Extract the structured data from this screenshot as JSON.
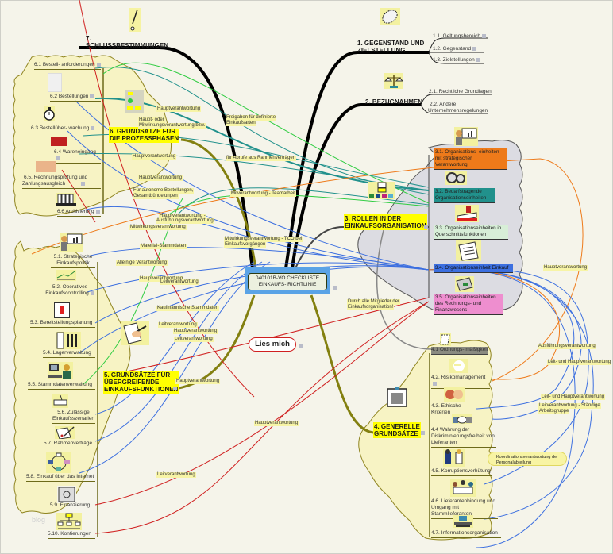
{
  "central": {
    "line1": "040101B-VO CHECKLISTE",
    "line2": "EINKAUFS- RICHTLINIE"
  },
  "readme": {
    "label": "Lies mich"
  },
  "watermark": "blog",
  "colors": {
    "background": "#f5f4ea",
    "highlight": "#ffff00",
    "cloud_yellow": "#f7f3c4",
    "cloud_gray": "#dcdce2",
    "role_orange": "#ee7a1a",
    "role_teal": "#21918c",
    "role_green": "#d7eed7",
    "role_blue": "#3c6fe0",
    "role_pink": "#ee8ecf"
  },
  "topic1": {
    "number": "1.",
    "title_line1": "1.  GEGENSTAND UND",
    "title_line2": "ZIELSTELLUNG",
    "icon": "egg-icon",
    "items": [
      "1.1.  Geltungsbereich",
      "1.2.  Gegenstand",
      "1.3.  Zielstellungen"
    ]
  },
  "topic2": {
    "title": "2.  BEZUGNAHMEN",
    "icon": "scales-icon",
    "items": [
      "2.1.  Rechtliche Grundlagen",
      "2.2.  Andere",
      "Unternehmensregelungen"
    ]
  },
  "topic3": {
    "title_line1": "3. ROLLEN IN DER",
    "title_line2": "EINKAUFSORGANISATION",
    "icon": "org-chart-icon",
    "roles": [
      {
        "l1": "3.1.  Organisations- einheiten",
        "l2": "mit strategischer",
        "l3": "Verantwortung"
      },
      {
        "l1": "3.2.  Bedarfstragende",
        "l2": "Organisationseinheiten",
        "l3": ""
      },
      {
        "l1": "3.3.  Organisationseinheiten in",
        "l2": "Querschnittsfunktionen",
        "l3": ""
      },
      {
        "l1": "3.4.  Organisationseinheit Einkauf",
        "l2": "",
        "l3": ""
      },
      {
        "l1": "3.5.  Organisationseinheiten",
        "l2": "des Rechnungs- und",
        "l3": "Finanzwesens"
      }
    ]
  },
  "topic4": {
    "title_line1": "4. GENERELLE",
    "title_line2": "GRUNDSÄTZE",
    "icon": "clipboard-icon",
    "items": [
      "4.1 Ordnungs- mäßigkeit",
      "4.2.  Risikomanagement",
      "4.3.  Ethische Kriterien",
      "4.4   Wahrung der",
      "Diskriminierungsfreiheit von",
      "Lieferanten",
      "4.5.  Korruptionsverhütung",
      "4.6.  Lieferantenbindung und",
      "Umgang mit Stammlieferanten",
      "4.7.  Informationsorganisation"
    ]
  },
  "topic5": {
    "title_line1": "5. GRUNDSÄTZE FÜR",
    "title_line2": "ÜBERGREIFENDE",
    "title_line3": "EINKAUFSFUNKTIONEN",
    "items": [
      "5.1.  Strategische",
      "Einkaufspolitik",
      "5.2.  Operatives",
      "Einkaufscontrolling",
      "5.3.  Bereitstellungsplanung",
      "5.4.  Lagerverwaltung",
      "5.5.  Stammdatenverwaltung",
      "5.6.  Zulässige",
      "Einkaufsszenarien",
      "5.7.  Rahmenverträge",
      "5.8.  Einkauf über das Internet",
      "5.9.   Finanzierung",
      "5.10.  Kontierungen"
    ]
  },
  "topic6": {
    "title_line1": "6.  GRUNDSÄTZE FÜR",
    "title_line2": "DIE PROZESSPHASEN",
    "items": [
      "6.1 Bestell- anforderungen",
      "6.2 Bestellungen",
      "6.3 Bestellüber- wachung",
      "6.4 Wareneingang",
      "6.5.  Rechnungsprüfung und",
      "Zahlungsausgleich",
      "6.6 Archivierung"
    ]
  },
  "topic7": {
    "title_line1": "7.",
    "title_line2": "SCHLUSSBESTIMMUNGEN",
    "icon": "exclamation-icon"
  },
  "relations": [
    "Hauptverantwortung",
    "Haupt- oder",
    "Mitwirkungsverantwortung bzw.",
    "Freigaben für definierte",
    "Einkaufsarten",
    "Hauptverantwortung",
    "für Abrufe aus Rahmenverträgen",
    "Hauptverantwortung",
    "Für autonome Bestellungen,",
    "Gesamtbündelungen",
    "Mitverantwortung - Teamarbeit",
    "Hauptverantwortung -",
    "Ausführungsverantwortung",
    "Mitwirkungsverantwortung",
    "Material-Stammdaten",
    "Mitwirkungsverantwortung - TCO bei",
    "Einkaufsvorgängen",
    "Alleinige Verantwortung",
    "Hauptverantwortung",
    "Leitverantwortung",
    "Kaufmännische Stammdaten",
    "Leitverantwortung",
    "Hauptverantwortung",
    "Leitverantwortung",
    "Hauptverantwortung",
    "Hauptverantwortung",
    "Leitverantwortung",
    "Durch alle Mitglieder der",
    "Einkaufsorganisation!",
    "Hauptverantwortung",
    "Ausführungsverantwortung",
    "Leit- und Hauptverantwortung",
    "Leit- und Hauptverantwortung",
    "Leitverantwortung - Ständige",
    "Arbeitsgruppe",
    "Koordinationsverantwortung der",
    "Personalabteilung"
  ]
}
